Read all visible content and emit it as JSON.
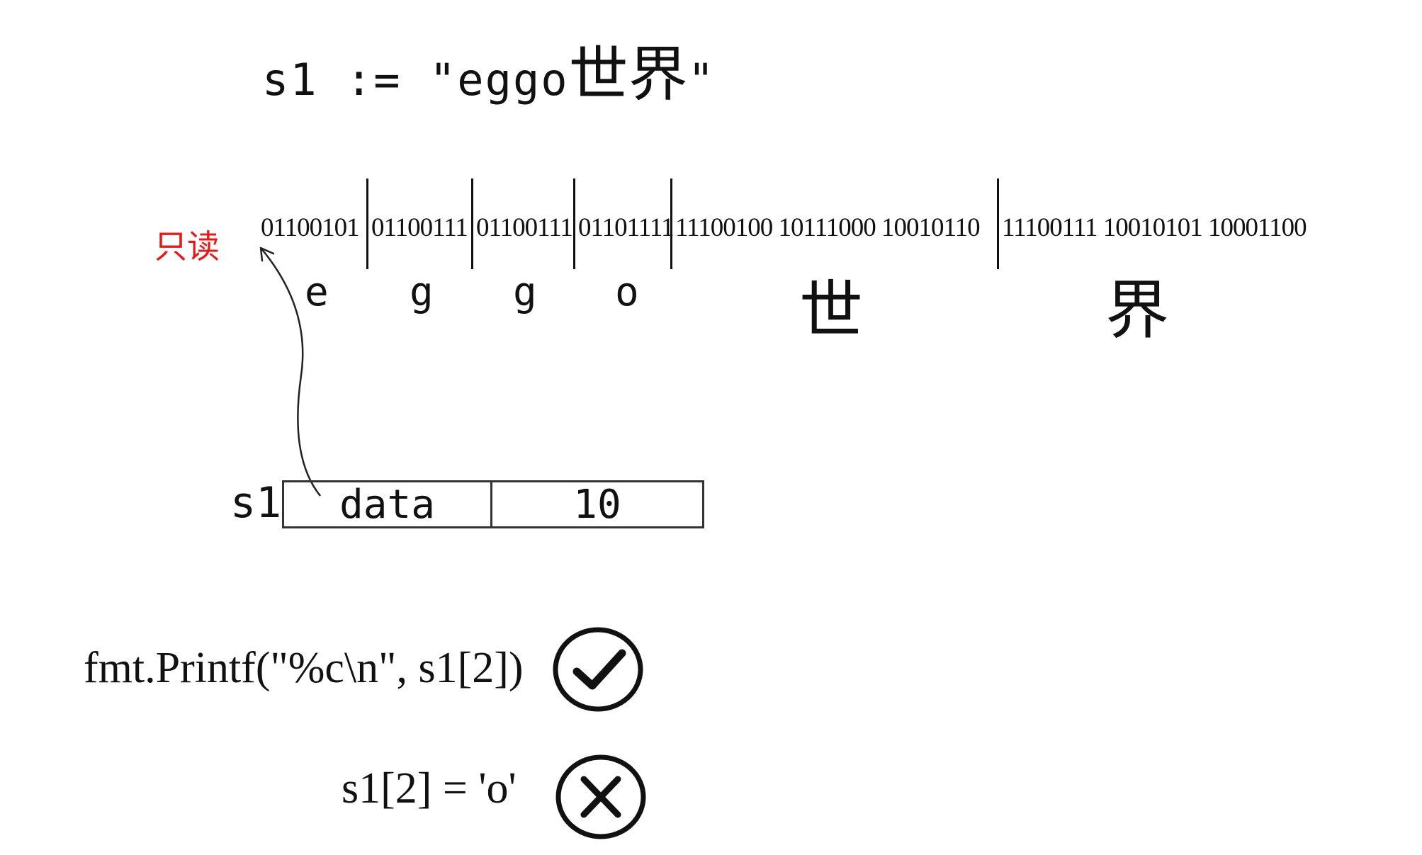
{
  "declaration": {
    "prefix": "s1 := \"eggo",
    "han": "世界",
    "suffix": "\""
  },
  "readonly_label": "只读",
  "bytes": [
    {
      "bits": "01100101",
      "char": "e"
    },
    {
      "bits": "01100111",
      "char": "g"
    },
    {
      "bits": "01100111",
      "char": "g"
    },
    {
      "bits": "01101111",
      "char": "o"
    },
    {
      "bits": "11100100 10111000 10010110",
      "char": "世"
    },
    {
      "bits": "11100111 10010101 10001100",
      "char": "界"
    }
  ],
  "struct": {
    "label": "s1",
    "field1": "data",
    "field2": "10"
  },
  "statements": [
    {
      "code": "fmt.Printf(\"%c\\n\", s1[2])",
      "result": "check-icon"
    },
    {
      "code": "s1[2] = 'o'",
      "result": "cross-icon"
    }
  ],
  "colors": {
    "accent": "#e81919",
    "ink": "#111111"
  }
}
